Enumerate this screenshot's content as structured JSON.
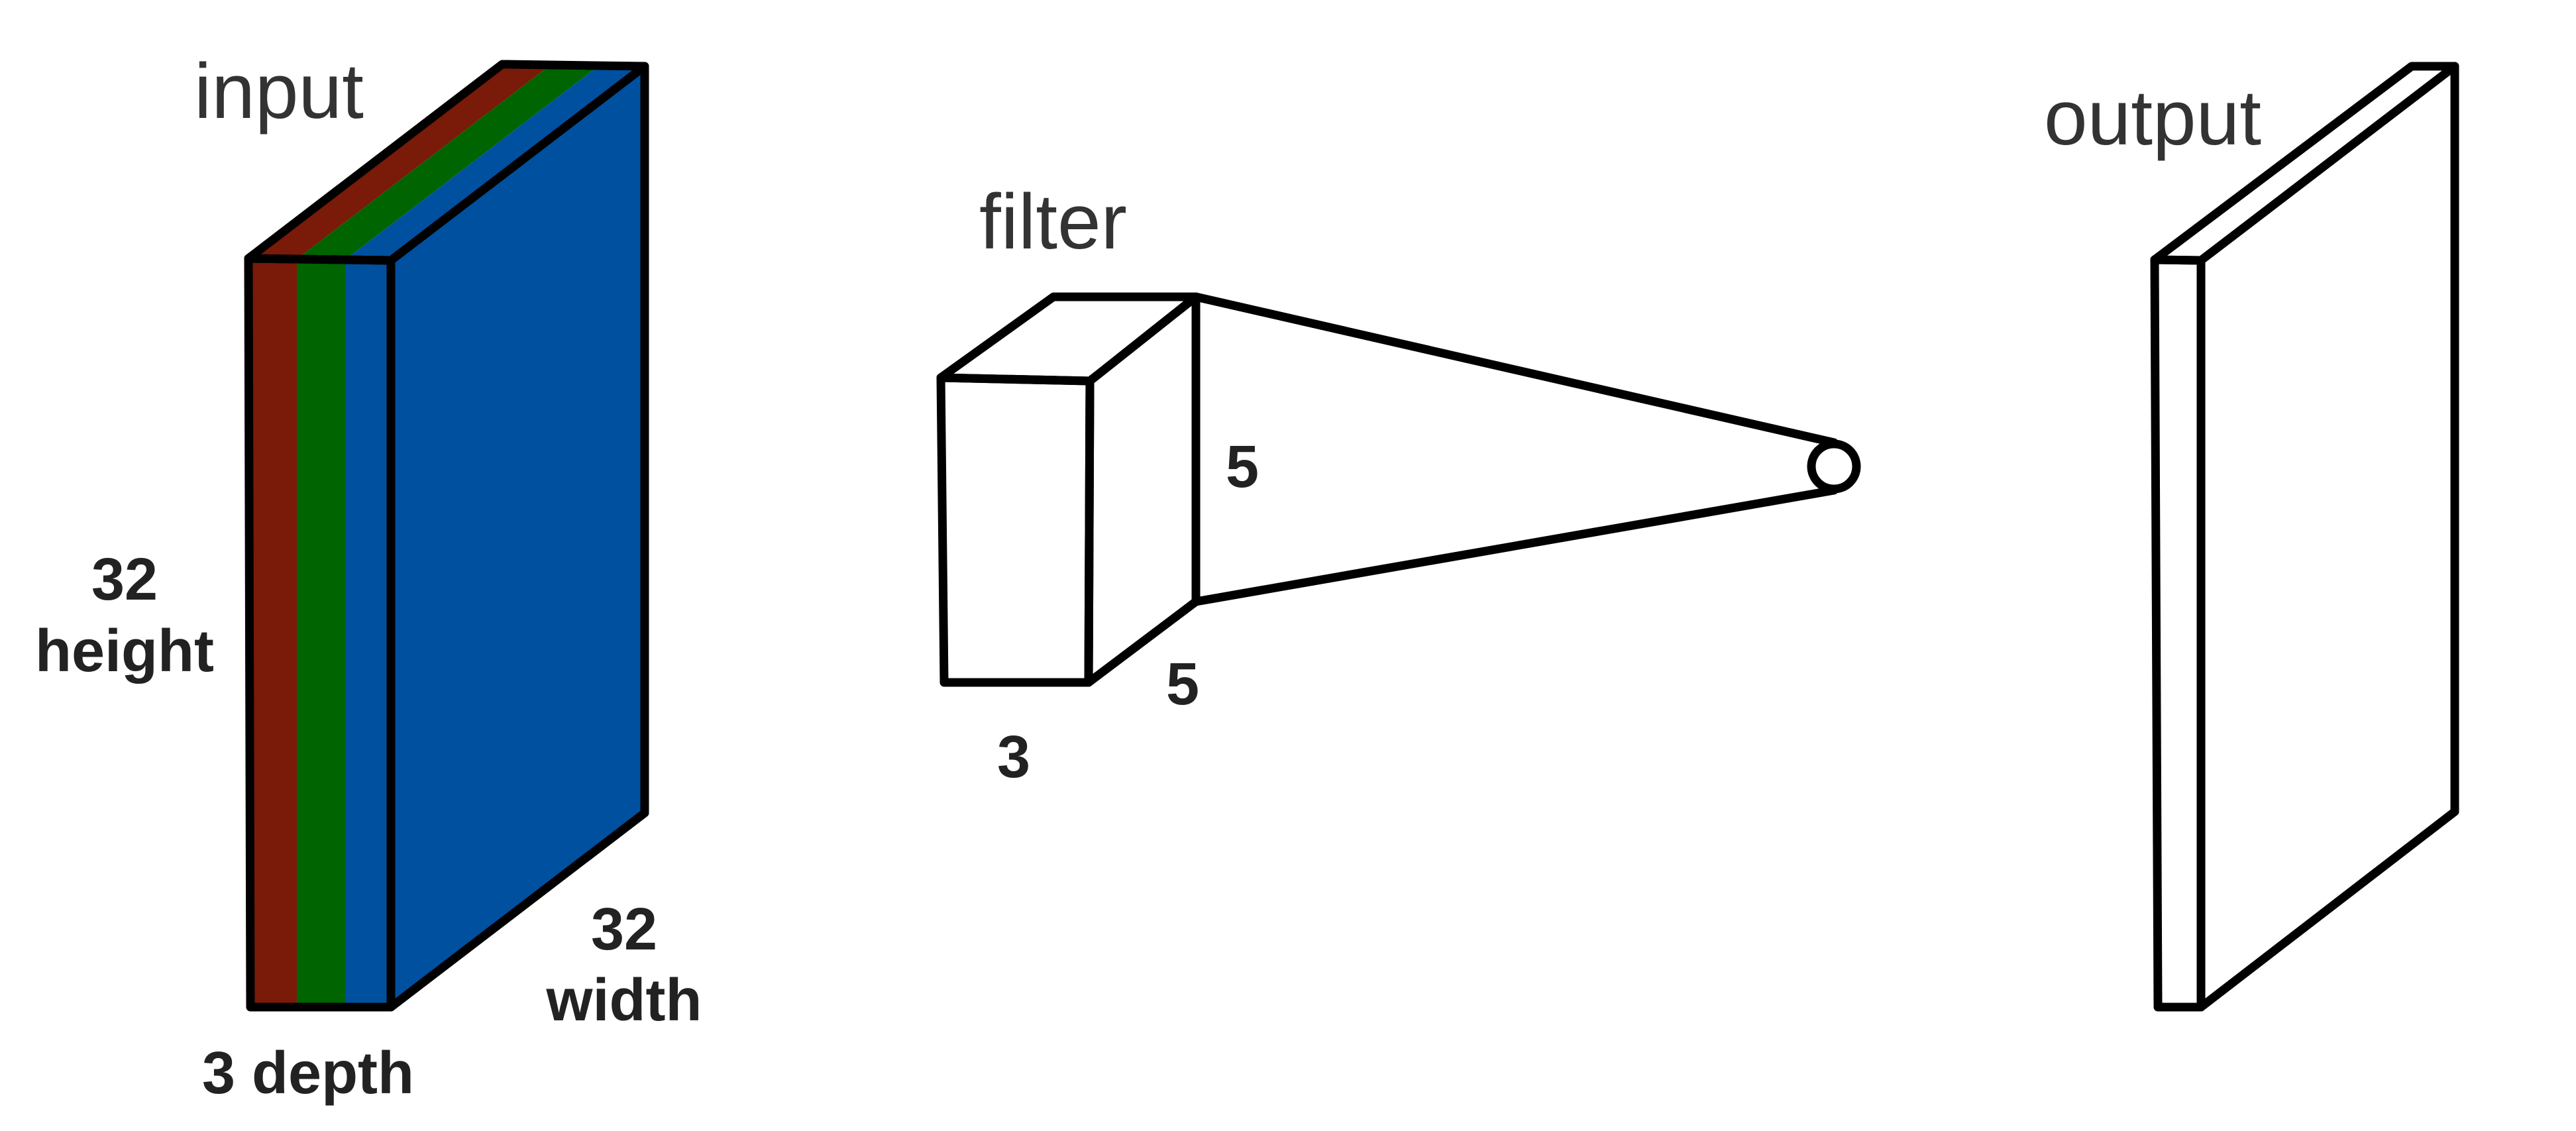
{
  "input": {
    "title": "input",
    "height_value": "32",
    "height_label": "height",
    "width_value": "32",
    "width_label": "width",
    "depth_label": "3 depth",
    "channel_colors": [
      "#7a1a08",
      "#006400",
      "#0050a0"
    ]
  },
  "filter": {
    "title": "filter",
    "height_value": "5",
    "width_value": "5",
    "depth_value": "3"
  },
  "output": {
    "title": "output"
  }
}
